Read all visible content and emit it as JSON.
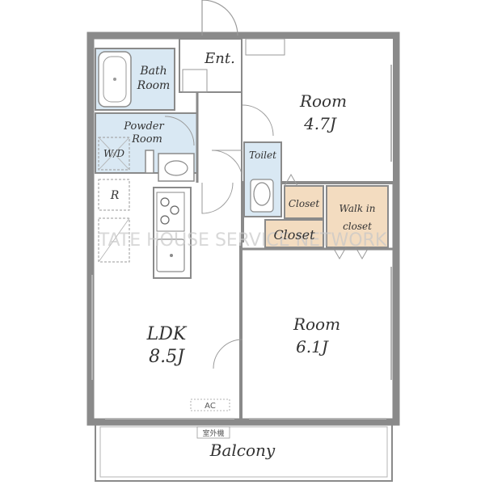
{
  "colors": {
    "wall": "#8a8a8a",
    "wet_area": "#d9e8f3",
    "closet": "#f3dcc0",
    "floor": "#ffffff",
    "text": "#333333",
    "watermark": "#c8c8c8"
  },
  "rooms": {
    "entrance": "Ent.",
    "bath": [
      "Bath",
      "Room"
    ],
    "powder": [
      "Powder",
      "Room"
    ],
    "washer": "W/D",
    "toilet": "Toilet",
    "room1": [
      "Room",
      "4.7J"
    ],
    "closet_small": "Closet",
    "closet_large": "Closet",
    "walk_in": [
      "Walk in",
      "closet"
    ],
    "refrigerator": "R",
    "ldk": [
      "LDK",
      "8.5J"
    ],
    "room2": [
      "Room",
      "6.1J"
    ],
    "aircon": "AC",
    "outdoor_unit": "室外機",
    "balcony": "Balcony"
  },
  "watermark": "TATE HOUSE SERVICE NETWORK"
}
